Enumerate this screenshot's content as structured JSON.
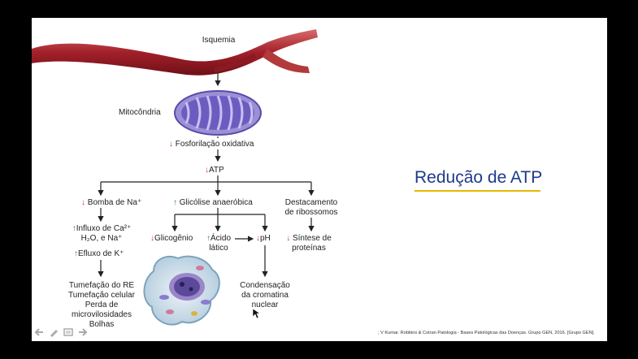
{
  "slide": {
    "title": "Redução de ATP",
    "citation": "; V Kumar. Robbins & Cotran Patologia - Bases Patológicas das Doenças. Grupo GEN, 2016. [Grupo GEN]."
  },
  "diagram": {
    "isquemia": "Isquemia",
    "mitocondria": "Mitocôndria",
    "fosforilacao": "Fosforilação oxidativa",
    "atp": "ATP",
    "bomba": "Bomba de Na⁺",
    "glicolise": "Glicólise anaeróbica",
    "destacamento_1": "Destacamento",
    "destacamento_2": "de ribossomos",
    "influxo_1": "Influxo de Ca²⁺",
    "influxo_2": "H₂O, e Na⁺",
    "efluxo": "Efluxo de K⁺",
    "glicogenio": "Glicogênio",
    "acido_1": "Ácido",
    "acido_2": "lático",
    "ph": "pH",
    "sintese_1": "Síntese de",
    "sintese_2": "proteínas",
    "tumefacao_re": "Tumefação do RE",
    "tumefacao_celular": "Tumefação celular",
    "perda_1": "Perda de",
    "perda_2": "microvilosidades",
    "bolhas": "Bolhas",
    "condensacao_1": "Condensação",
    "condensacao_2": "da cromatina",
    "condensacao_3": "nuclear",
    "down_arrow": "↓",
    "up_arrow": "↑"
  },
  "colors": {
    "vessel": "#a3202a",
    "mitochondria": "#8a7ad0",
    "title": "#1f3a8a",
    "underline": "#e6b800",
    "down": "#c0392b",
    "up": "#2e8b3a"
  },
  "toolbar": {
    "icons": [
      "arrow-left-icon",
      "pencil-icon",
      "slides-menu-icon",
      "arrow-right-icon"
    ]
  }
}
